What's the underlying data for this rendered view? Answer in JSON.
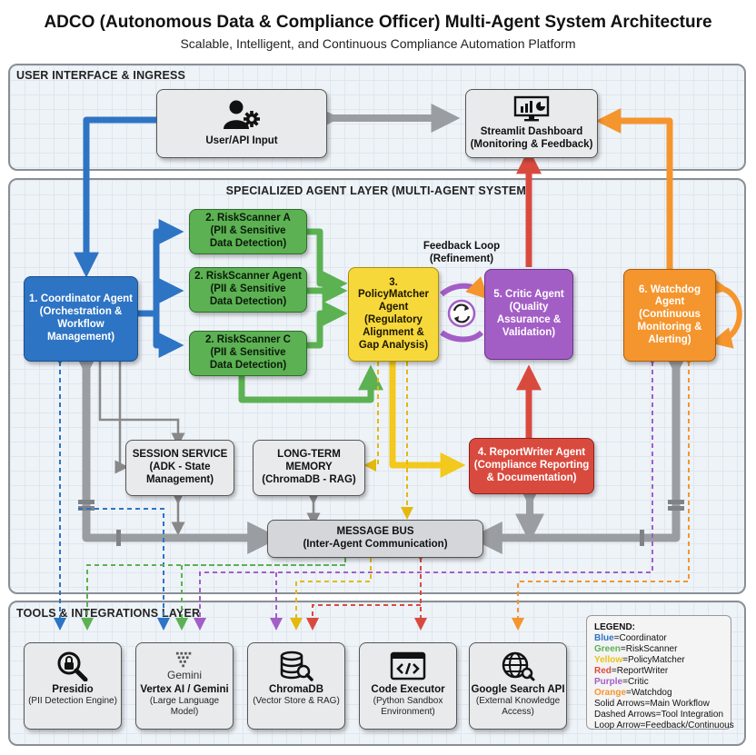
{
  "title": "ADCO (Autonomous Data & Compliance Officer) Multi-Agent System Architecture",
  "subtitle": "Scalable, Intelligent, and Continuous Compliance Automation Platform",
  "layers": {
    "ui": "USER INTERFACE & INGRESS",
    "agents": "SPECIALIZED AGENT LAYER (MULTI-AGENT SYSTEM)",
    "tools": "TOOLS & INTEGRATIONS LAYER"
  },
  "ui": {
    "user_input": "User/API Input",
    "dashboard": [
      "Streamlit Dashboard",
      "(Monitoring & Feedback)"
    ]
  },
  "agents": {
    "coordinator": [
      "1. Coordinator Agent",
      "(Orchestration &",
      "Workflow",
      "Management)"
    ],
    "riskscanner_a": [
      "2. RiskScanner A",
      "(PII & Sensitive",
      "Data Detection)"
    ],
    "riskscanner_agent": [
      "2. RiskScanner Agent",
      "(PII & Sensitive",
      "Data Detection)"
    ],
    "riskscanner_c": [
      "2. RiskScanner C",
      "(PII & Sensitive",
      "Data Detection)"
    ],
    "policymatcher": [
      "3.",
      "PolicyMatcher",
      "Agent",
      "(Regulatory",
      "Alignment &",
      "Gap Analysis)"
    ],
    "critic": [
      "5. Critic Agent",
      "(Quality",
      "Assurance &",
      "Validation)"
    ],
    "watchdog": [
      "6. Watchdog",
      "Agent",
      "(Continuous",
      "Monitoring &",
      "Alerting)"
    ],
    "reportwriter": [
      "4. ReportWriter Agent",
      "(Compliance Reporting",
      "& Documentation)"
    ]
  },
  "feedback_loop": [
    "Feedback Loop",
    "(Refinement)"
  ],
  "services": {
    "session": [
      "SESSION SERVICE",
      "(ADK - State",
      "Management)"
    ],
    "memory": [
      "LONG-TERM",
      "MEMORY",
      "(ChromaDB - RAG)"
    ],
    "bus": [
      "MESSAGE BUS",
      "(Inter-Agent Communication)"
    ]
  },
  "tools": [
    {
      "name": "Presidio",
      "desc": [
        "(PII Detection Engine)"
      ],
      "icon": "lock-search-icon"
    },
    {
      "name": "Vertex AI / Gemini",
      "desc": [
        "(Large Language",
        "Model)"
      ],
      "icon": "gemini-logo-icon",
      "logo_text": "Gemini"
    },
    {
      "name": "ChromaDB",
      "desc": [
        "(Vector Store & RAG)"
      ],
      "icon": "database-search-icon"
    },
    {
      "name": "Code Executor",
      "desc": [
        "(Python Sandbox",
        "Environment)"
      ],
      "icon": "code-window-icon"
    },
    {
      "name": "Google Search API",
      "desc": [
        "(External Knowledge",
        "Access)"
      ],
      "icon": "globe-icon"
    }
  ],
  "legend": {
    "title": "LEGEND:",
    "colors": [
      {
        "color_word": "Blue",
        "rest": "=Coordinator",
        "hex": "#2e74c4"
      },
      {
        "color_word": "Green",
        "rest": "=RiskScanner",
        "hex": "#5cb153"
      },
      {
        "color_word": "Yellow",
        "rest": "=PolicyMatcher",
        "hex": "#e7c21a"
      },
      {
        "color_word": "Red",
        "rest": "=ReportWriter",
        "hex": "#d94a3e"
      },
      {
        "color_word": "Purple",
        "rest": "=Critic",
        "hex": "#a35ec6"
      },
      {
        "color_word": "Orange",
        "rest": "=Watchdog",
        "hex": "#f5952e"
      }
    ],
    "notes": [
      "Solid Arrows=Main Workflow",
      "Dashed Arrows=Tool Integration",
      "Loop Arrow=Feedback/Continuous"
    ]
  },
  "colors": {
    "blue": "#2e74c4",
    "green": "#5cb153",
    "yellow": "#f7d83a",
    "purple": "#a35ec6",
    "red": "#d94a3e",
    "orange": "#f5952e",
    "grey": "#9a9da1"
  }
}
